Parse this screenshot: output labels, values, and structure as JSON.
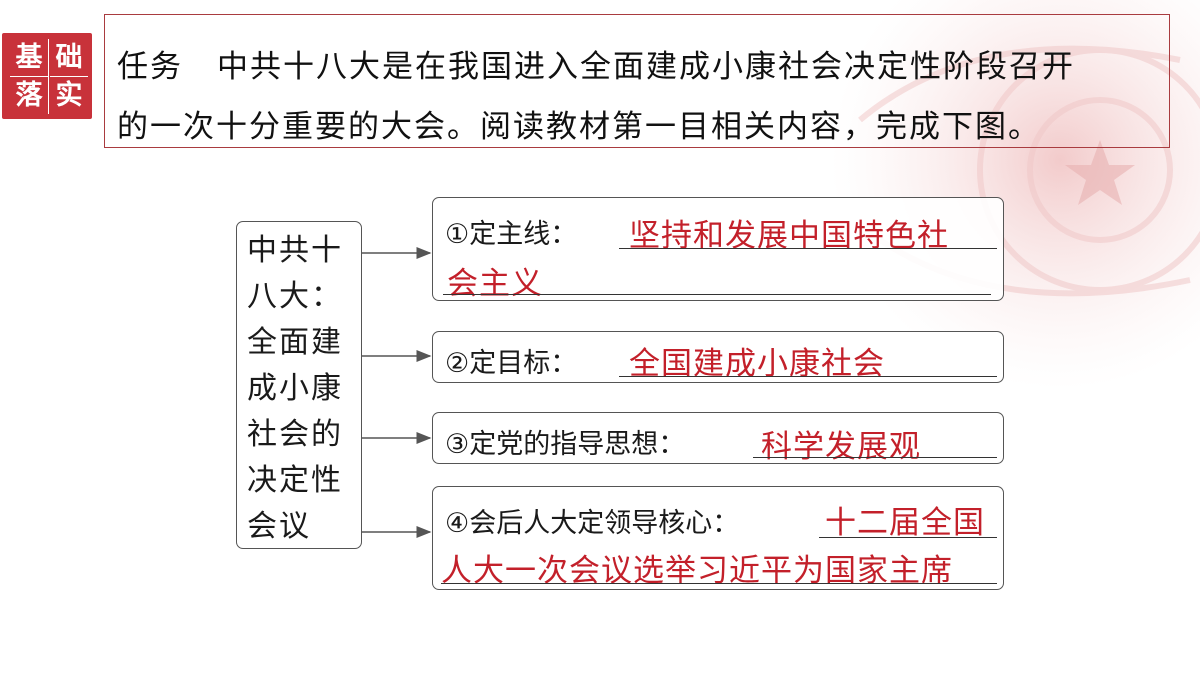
{
  "badge": {
    "chars": [
      "基",
      "础",
      "落",
      "实"
    ]
  },
  "task": {
    "label": "任务",
    "line1": "中共十八大是在我国进入全面建成小康社会决定性阶段召开",
    "line2": "的一次十分重要的大会。阅读教材第一目相关内容，完成下图。"
  },
  "diagram": {
    "root": "中共十八大：全面建成小康社会的决定性会议",
    "branches": [
      {
        "prefix": "①定主线：",
        "answer_line1": "坚持和发展中国特色社",
        "answer_line2": "会主义"
      },
      {
        "prefix": "②定目标：",
        "answer": "全国建成小康社会"
      },
      {
        "prefix": "③定党的指导思想：",
        "answer": "科学发展观"
      },
      {
        "prefix": "④会后人大定领导核心：",
        "answer_line1": "十二届全国",
        "answer_line2": "人大一次会议选举习近平为国家主席"
      }
    ]
  },
  "colors": {
    "badge": "#c8323a",
    "answer": "#c3202a",
    "task_border": "#a93b3f"
  }
}
